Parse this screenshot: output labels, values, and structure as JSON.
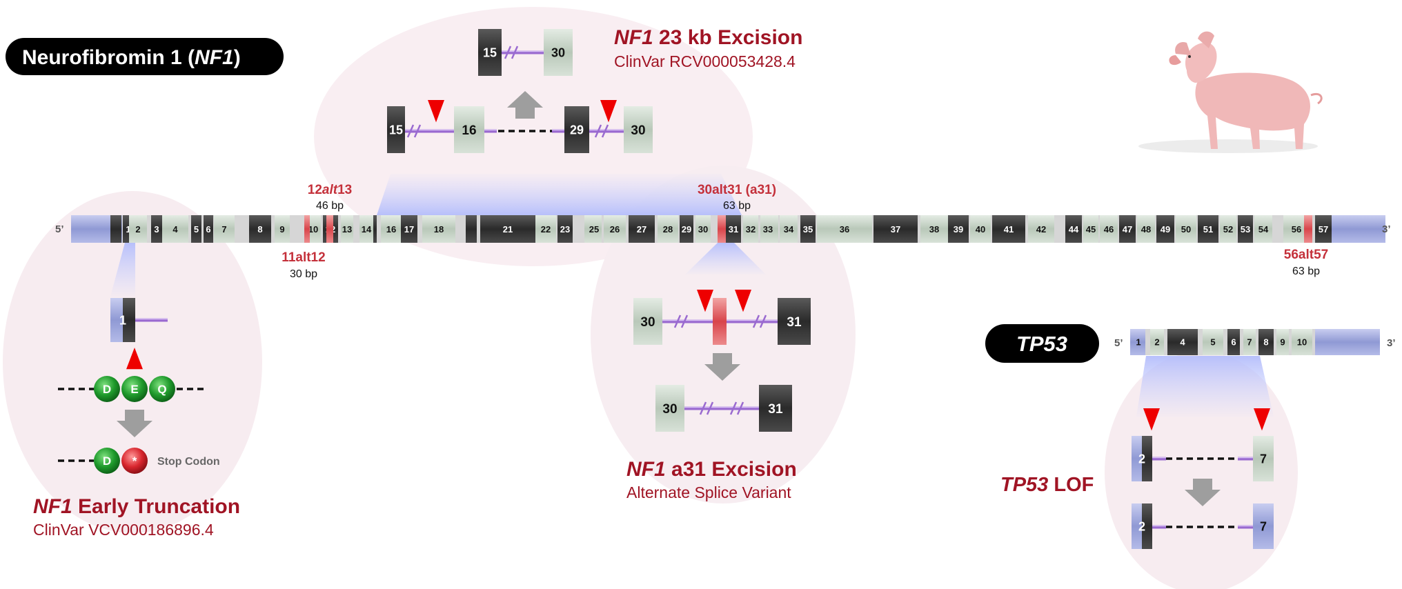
{
  "title": {
    "pre": "Neurofibromin 1 (",
    "gene": "NF1",
    "post": ")"
  },
  "nf1_exons": [
    "1",
    "2",
    "3",
    "4",
    "5",
    "6",
    "7",
    "8",
    "9",
    "10",
    "12",
    "13",
    "14",
    "16",
    "17",
    "18",
    "21",
    "22",
    "23",
    "25",
    "26",
    "27",
    "28",
    "29",
    "30",
    "31",
    "32",
    "33",
    "34",
    "35",
    "36",
    "37",
    "38",
    "39",
    "40",
    "41",
    "42",
    "44",
    "45",
    "46",
    "47",
    "48",
    "49",
    "50",
    "51",
    "52",
    "53",
    "54",
    "56",
    "57"
  ],
  "ends": {
    "five": "5’",
    "three": "3’"
  },
  "alt_labels": {
    "a12_13": {
      "pre": "12",
      "ital": "alt",
      "post": "13",
      "size": "46 bp"
    },
    "a11_12": {
      "name": "11alt12",
      "size": "30 bp"
    },
    "a30_31": {
      "name": "30alt31 (a31)",
      "size": "63 bp"
    },
    "a56_57": {
      "name": "56alt57",
      "size": "63 bp"
    }
  },
  "excision23": {
    "gene": "NF1",
    "title": " 23 kb Excision",
    "sub": "ClinVar RCV000053428.4",
    "before": [
      "15",
      "16",
      "29",
      "30"
    ],
    "after": [
      "15",
      "30"
    ]
  },
  "truncation": {
    "gene": "NF1",
    "title": " Early Truncation",
    "sub": "ClinVar VCV000186896.4",
    "exon": "1",
    "before": [
      "D",
      "E",
      "Q"
    ],
    "after": [
      "D",
      "*"
    ],
    "stop": "Stop Codon"
  },
  "a31": {
    "gene": "NF1",
    "title": " a31 Excision",
    "sub": "Alternate Splice Variant",
    "before": [
      "30",
      "31"
    ],
    "after": [
      "30",
      "31"
    ]
  },
  "tp53": {
    "name": "TP53",
    "exons": [
      "1",
      "2",
      "4",
      "5",
      "6",
      "7",
      "8",
      "9",
      "10"
    ],
    "lof_gene": "TP53",
    "lof": " LOF",
    "before": [
      "2",
      "7"
    ],
    "after": [
      "2",
      "7"
    ]
  },
  "colors": {
    "accent": "#a01424",
    "exon_dark": "#3a3a3a",
    "exon_light": "#c9d6c9",
    "utr": "#9ea6d6",
    "alt": "#e0666a",
    "halo": "#f8eef2",
    "intron": "#9a6ad0"
  }
}
